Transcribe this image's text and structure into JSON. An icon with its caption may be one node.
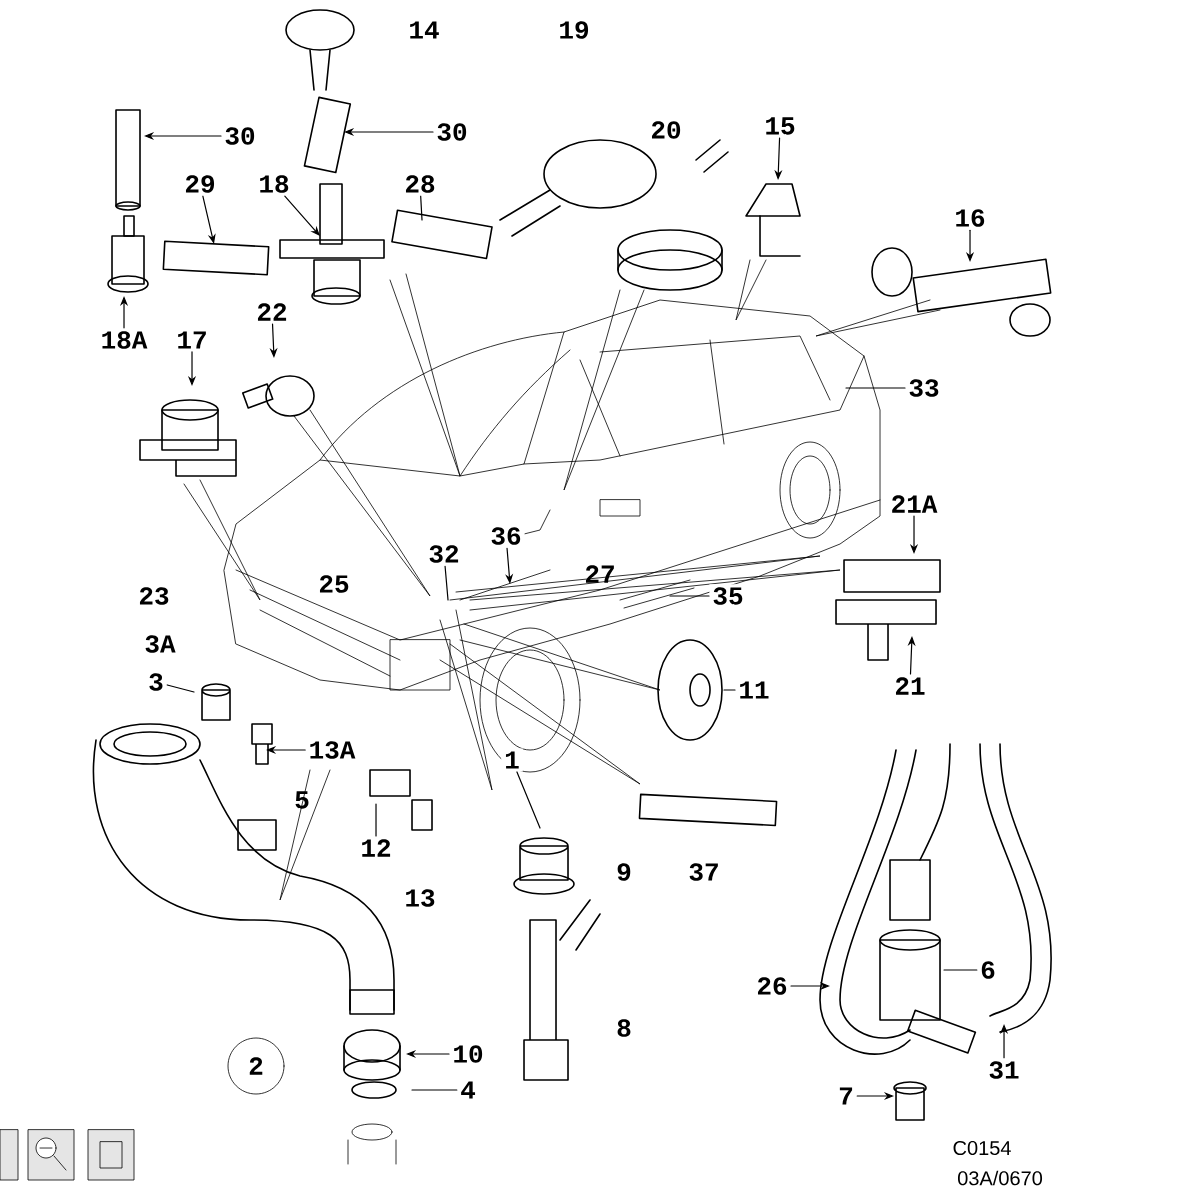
{
  "diagram": {
    "nodes": [
      {
        "text": [
          "30"
        ]
      },
      {
        "text": [
          "30"
        ]
      },
      {
        "text": [
          "29"
        ]
      },
      {
        "text": [
          "18"
        ]
      },
      {
        "text": [
          "28"
        ]
      },
      {
        "text": [
          "15"
        ]
      },
      {
        "text": [
          "16"
        ]
      },
      {
        "text": [
          "18A"
        ]
      },
      {
        "text": [
          "17"
        ]
      },
      {
        "text": [
          "22"
        ]
      },
      {
        "text": [
          "33"
        ]
      },
      {
        "text": [
          "21A"
        ]
      },
      {
        "text": [
          "32"
        ]
      },
      {
        "text": [
          "36"
        ]
      },
      {
        "text": [
          "35"
        ]
      },
      {
        "text": [
          "3"
        ]
      },
      {
        "text": [
          "13A"
        ]
      },
      {
        "text": [
          "11"
        ]
      },
      {
        "text": [
          "21"
        ]
      },
      {
        "text": [
          "1"
        ]
      },
      {
        "text": [
          "12"
        ]
      },
      {
        "text": [
          "10"
        ]
      },
      {
        "text": [
          "2"
        ]
      },
      {
        "text": [
          "4"
        ]
      },
      {
        "text": [
          "6"
        ]
      },
      {
        "text": [
          "26"
        ]
      },
      {
        "text": [
          "31"
        ]
      },
      {
        "text": [
          "7"
        ]
      }
    ],
    "edges": [
      {
        "from": 0,
        "to": null,
        "arrow": "to"
      },
      {
        "from": 1,
        "to": null,
        "arrow": "to"
      },
      {
        "from": 2,
        "to": null,
        "arrow": "to"
      },
      {
        "from": 3,
        "to": null,
        "arrow": "to"
      },
      {
        "from": 4,
        "to": null,
        "arrow": "none"
      },
      {
        "from": 5,
        "to": null,
        "arrow": "to"
      },
      {
        "from": 6,
        "to": null,
        "arrow": "to"
      },
      {
        "from": 7,
        "to": null,
        "arrow": "to"
      },
      {
        "from": 8,
        "to": null,
        "arrow": "to"
      },
      {
        "from": 9,
        "to": null,
        "arrow": "to"
      },
      {
        "from": 10,
        "to": null,
        "arrow": "none"
      },
      {
        "from": 11,
        "to": null,
        "arrow": "to"
      },
      {
        "from": 12,
        "to": null,
        "arrow": "none"
      },
      {
        "from": 13,
        "to": null,
        "arrow": "to"
      },
      {
        "from": 14,
        "to": null,
        "arrow": "none"
      },
      {
        "from": 15,
        "to": null,
        "arrow": "none"
      },
      {
        "from": 16,
        "to": null,
        "arrow": "to"
      },
      {
        "from": 17,
        "to": null,
        "arrow": "none"
      },
      {
        "from": 18,
        "to": null,
        "arrow": "to"
      },
      {
        "from": 19,
        "to": null,
        "arrow": "none"
      },
      {
        "from": 20,
        "to": null,
        "arrow": "none"
      },
      {
        "from": 21,
        "to": null,
        "arrow": "to"
      },
      {
        "from": 23,
        "to": null,
        "arrow": "none"
      },
      {
        "from": 24,
        "to": null,
        "arrow": "none"
      },
      {
        "from": 25,
        "to": null,
        "arrow": "to"
      },
      {
        "from": 26,
        "to": null,
        "arrow": "to"
      },
      {
        "from": 27,
        "to": null,
        "arrow": "to"
      }
    ],
    "labels": [
      "14",
      "19",
      "20",
      "23",
      "3A",
      "25",
      "27",
      "5",
      "13",
      "9",
      "37",
      "8",
      "C0154",
      "03A/0670"
    ]
  }
}
